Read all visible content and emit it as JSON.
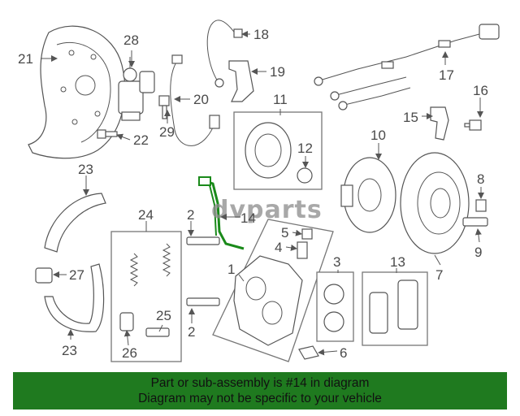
{
  "diagram": {
    "watermark": "dvparts",
    "callouts": [
      "1",
      "2",
      "2",
      "3",
      "4",
      "5",
      "6",
      "7",
      "8",
      "9",
      "10",
      "11",
      "12",
      "13",
      "14",
      "15",
      "16",
      "17",
      "18",
      "19",
      "20",
      "21",
      "22",
      "23",
      "23",
      "24",
      "25",
      "26",
      "27",
      "28",
      "29"
    ],
    "highlighted_part": "14",
    "colors": {
      "highlight": "#1a8a1a",
      "line": "#555555",
      "banner": "#1f7a1f"
    }
  },
  "banner": {
    "line1": "Part or sub-assembly is #14 in diagram",
    "line2": "Diagram may not be specific to your vehicle"
  }
}
